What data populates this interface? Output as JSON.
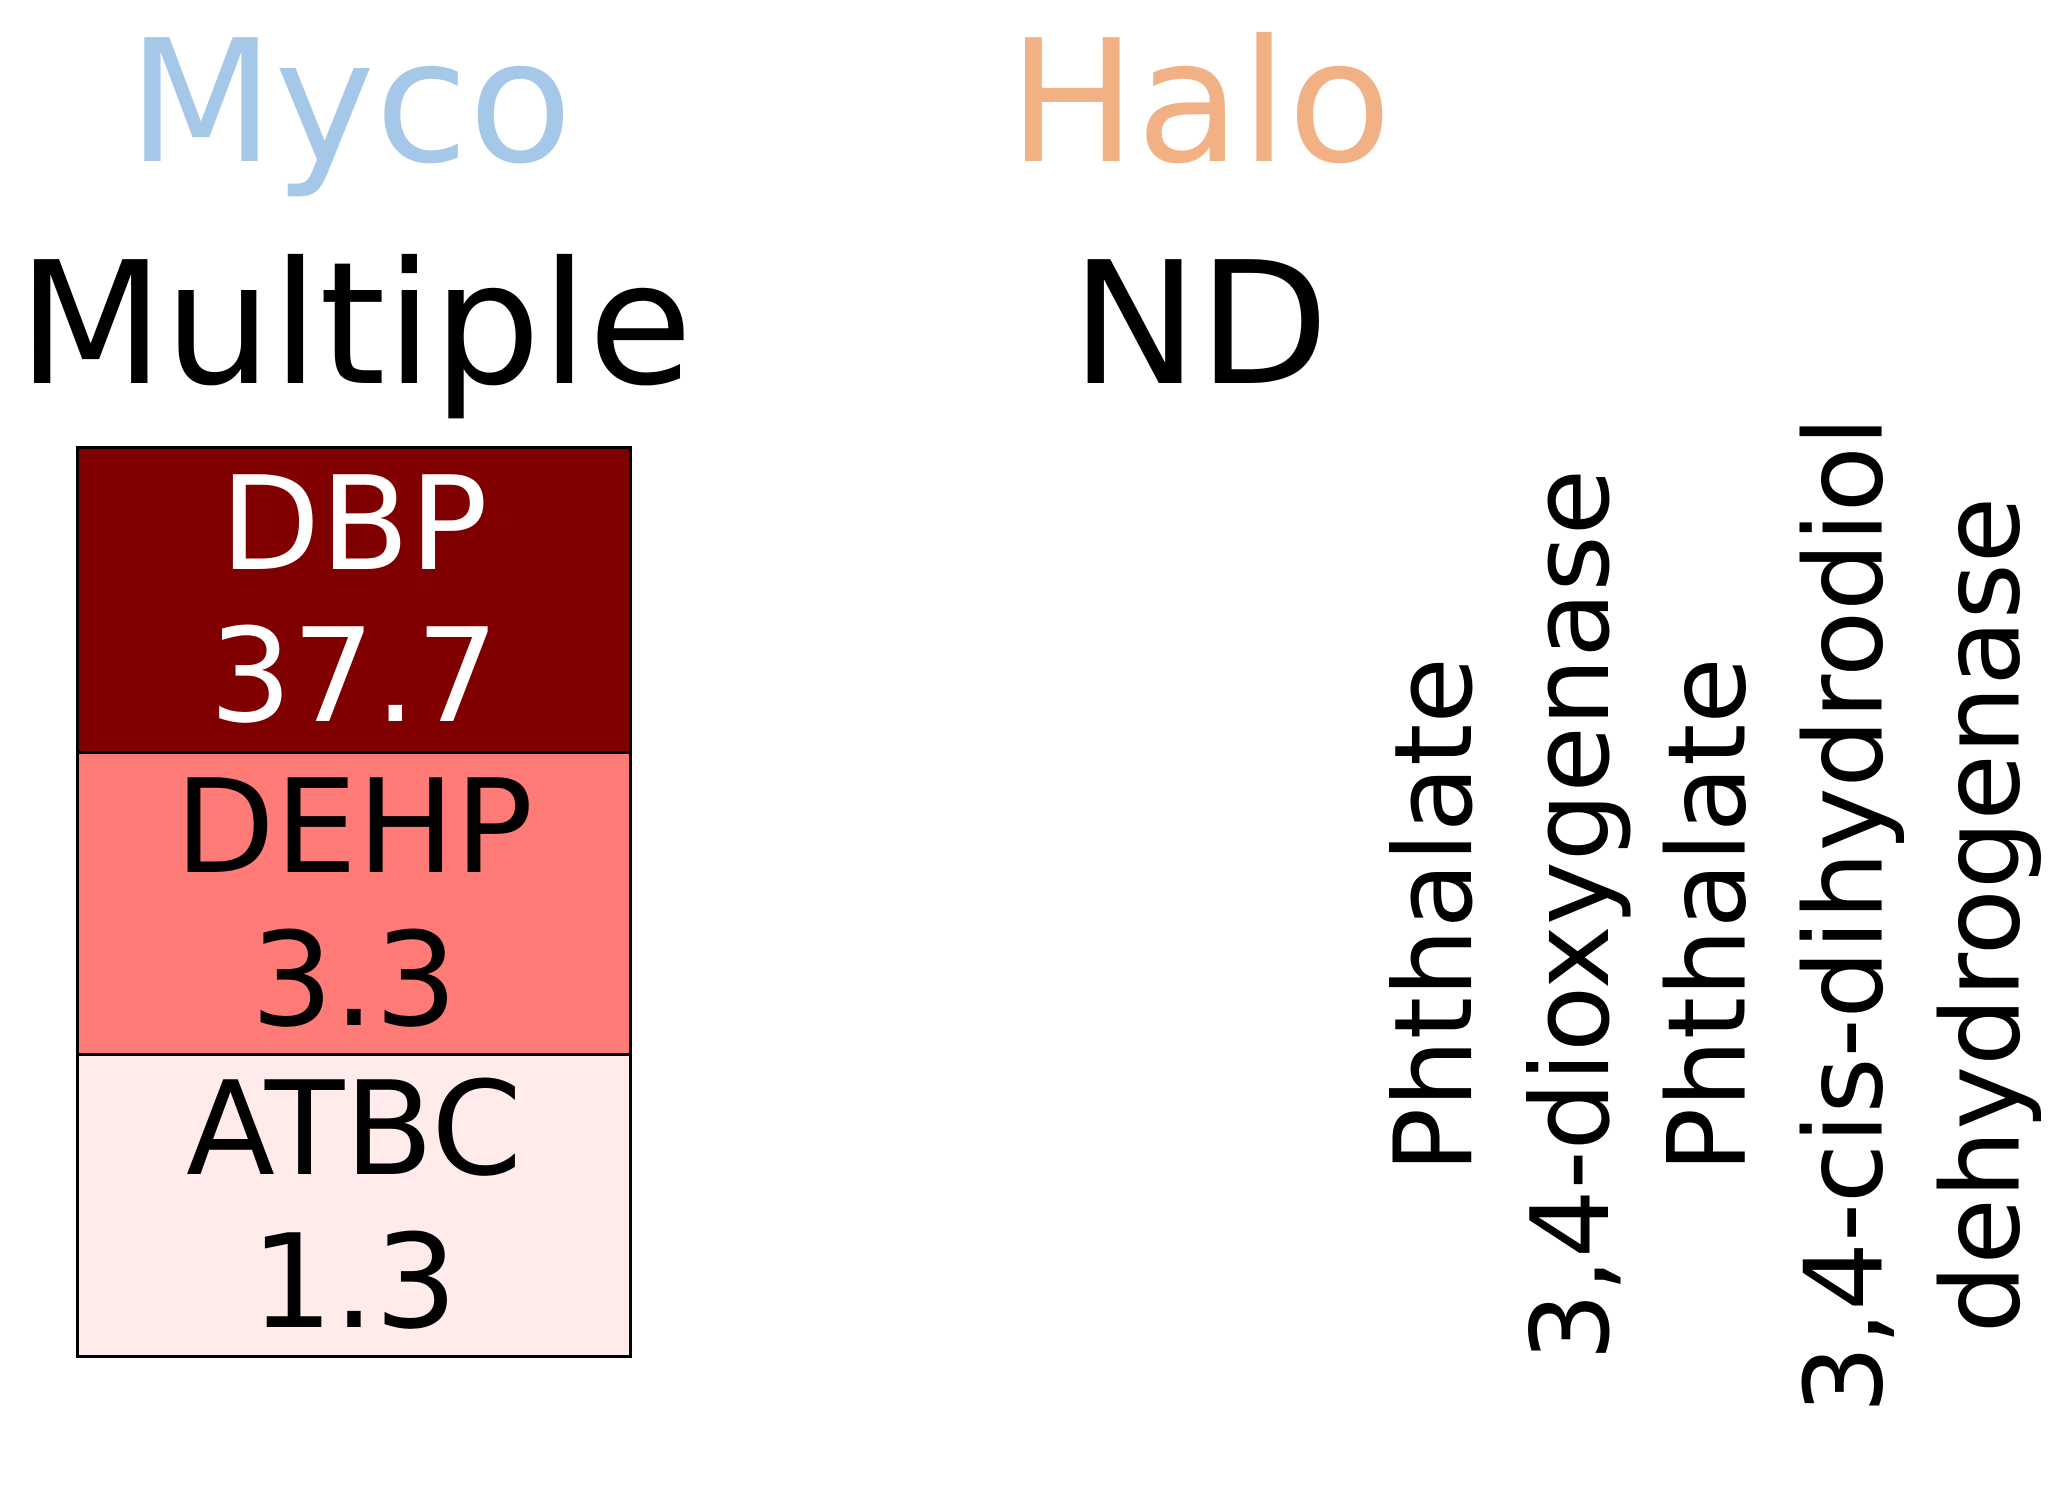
{
  "columns": [
    {
      "title": "Myco",
      "title_color": "#a6c8e8",
      "subtitle": "Multiple"
    },
    {
      "title": "Halo",
      "title_color": "#f2b184",
      "subtitle": "ND"
    }
  ],
  "compounds": [
    {
      "name": "DBP",
      "value": "37.7",
      "fill": "#800000",
      "text_color": "#ffffff"
    },
    {
      "name": "DEHP",
      "value": "3.3",
      "fill": "#ff7b78",
      "text_color": "#000000"
    },
    {
      "name": "ATBC",
      "value": "1.3",
      "fill": "#ffebea",
      "text_color": "#000000"
    }
  ],
  "enzymes": [
    {
      "line1": "Phthalate",
      "line2": "3,4-dioxygenase"
    },
    {
      "line1": "Phthalate",
      "line2": "3,4-cis-dihydrodiol",
      "line3": "dehydrogenase"
    }
  ]
}
